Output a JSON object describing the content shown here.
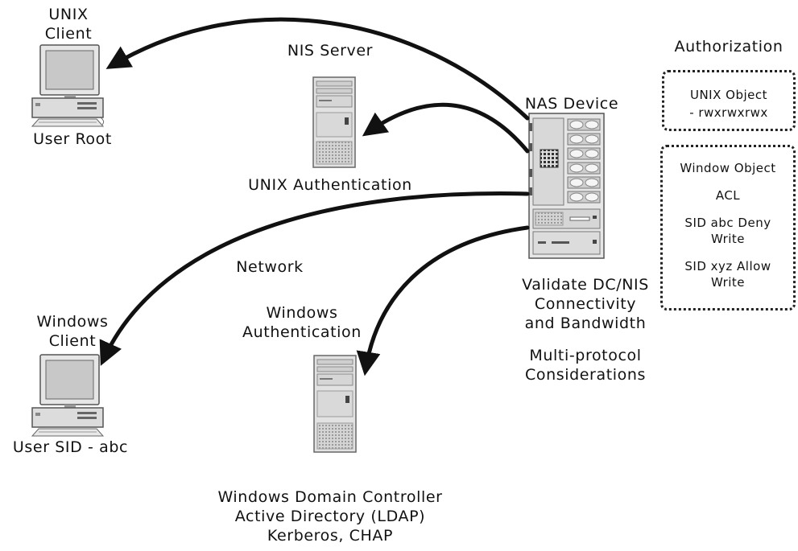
{
  "unix_client": {
    "line1": "UNIX",
    "line2": "Client",
    "user": "User Root"
  },
  "nis_server": {
    "title": "NIS Server",
    "caption": "UNIX Authentication"
  },
  "nas_device": {
    "title": "NAS Device"
  },
  "network": {
    "label": "Network"
  },
  "validate": {
    "line1": "Validate DC/NIS",
    "line2": "Connectivity",
    "line3": "and Bandwidth",
    "line4": "Multi-protocol",
    "line5": "Considerations"
  },
  "windows_client": {
    "line1": "Windows",
    "line2": "Client",
    "user": "User SID - abc"
  },
  "windows_auth": {
    "line1": "Windows",
    "line2": "Authentication"
  },
  "domain_controller": {
    "line1": "Windows Domain Controller",
    "line2": "Active Directory (LDAP)",
    "line3": "Kerberos, CHAP"
  },
  "authorization": {
    "title": "Authorization",
    "unix_object": {
      "line1": "UNIX Object",
      "line2": "- rwxrwxrwx"
    },
    "window_object": {
      "title": "Window Object",
      "acl": "ACL",
      "sid1a": "SID abc Deny",
      "sid1b": "Write",
      "sid2a": "SID xyz Allow",
      "sid2b": "Write"
    }
  }
}
